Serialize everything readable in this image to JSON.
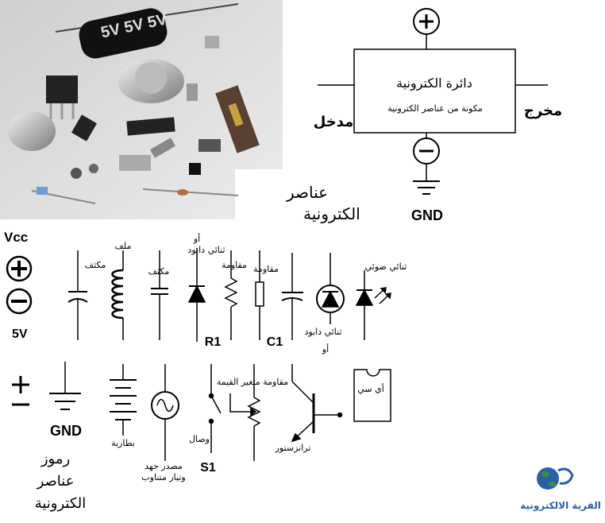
{
  "block_diagram": {
    "title": "دائرة الكترونية",
    "subtitle": "مكونة من عناصر الكترونية",
    "input_label": "مدخل",
    "output_label": "مخرج",
    "ground_label": "GND"
  },
  "photo_caption": {
    "line1": "عناصر",
    "line2": "الكترونية"
  },
  "row1": {
    "vcc_label": "Vcc",
    "volt_label": "5V",
    "capacitor1_label": "مكثف",
    "inductor_label": "ملف",
    "capacitor2_label": "مكثف",
    "diode_label_or": "أو",
    "diode_label": "ثنائي دايود",
    "resistor1_label": "مقاومة",
    "resistor2_label": "مقاومة",
    "r1_label": "R1",
    "c1_label": "C1",
    "led_label": "ثنائي ضوئي",
    "photodiode_label": "ثنائي دايود",
    "photodiode_label_or": "أو"
  },
  "row2": {
    "ground_label": "GND",
    "battery_label": "بطارية",
    "ac_source_line1": "مصدر جهد",
    "ac_source_line2": "وتيار متناوب",
    "switch_label": "وصال",
    "s1_label": "S1",
    "variable_resistor_label": "مقاومة متغير القيمة",
    "transistor_label": "ترانزستور",
    "ic_label": "أي سي"
  },
  "symbols_caption": {
    "line1": "رموز",
    "line2": "عناصر",
    "line3": "الكترونية"
  },
  "logo": {
    "text": "القرية الالكترونية"
  },
  "photo_printed_text": {
    "cap_marking": "5V 5V 5V"
  },
  "colors": {
    "ink": "#000000",
    "photo_bg": "#d9d9d9",
    "logo_blue": "#2a5fa8",
    "logo_green": "#3e8f3a"
  }
}
